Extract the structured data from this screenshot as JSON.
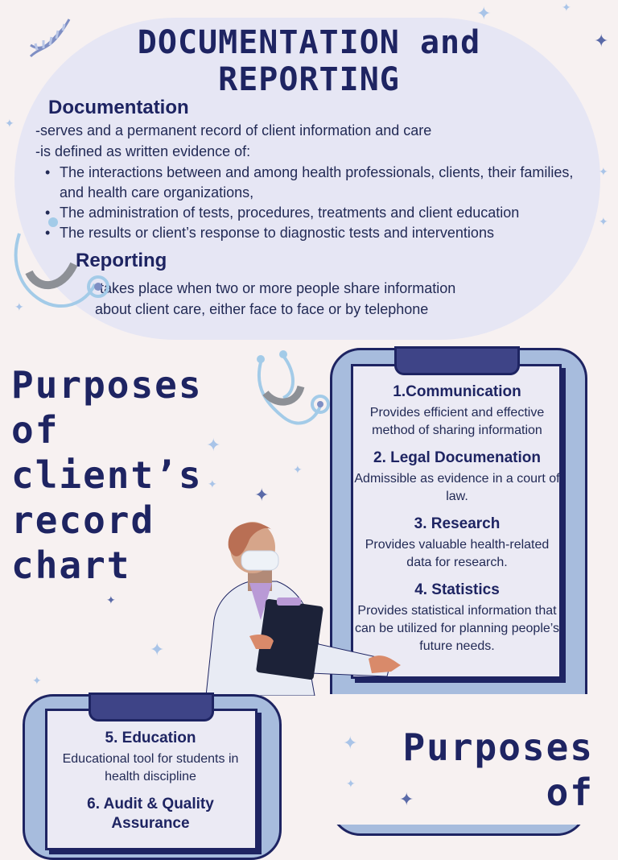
{
  "title": "DOCUMENTATION and\nREPORTING",
  "title_line1": "DOCUMENTATION and",
  "title_line2": "REPORTING",
  "documentation": {
    "heading": "Documentation",
    "line1": "-serves and a permanent record of client information and care",
    "line2": "-is defined as written evidence of:",
    "bullets": [
      "The interactions between and among health professionals, clients, their families, and health care organizations,",
      "The administration of tests, procedures, treatments and client education",
      "The results or client’s response to diagnostic tests and interventions"
    ]
  },
  "reporting": {
    "heading": "Reporting",
    "line1": "-takes place when two or more people share information",
    "line2": "about client care, either face to face or by telephone"
  },
  "purposes_title": [
    "Purposes",
    "of",
    "client’s",
    "record",
    "chart"
  ],
  "purposes_title_2": [
    "Purposes",
    "of"
  ],
  "card1": [
    {
      "head": "1.Communication",
      "body": "Provides efficient and effective method of sharing information"
    },
    {
      "head": "2. Legal Documenation",
      "body": "Admissible as evidence in a court of law."
    },
    {
      "head": "3. Research",
      "body": "Provides valuable health-related data for research."
    },
    {
      "head": "4. Statistics",
      "body": "Provides statistical information that can be utilized for planning people’s future needs."
    }
  ],
  "card2": [
    {
      "head": "5. Education",
      "body": "Educational tool for students in health discipline"
    },
    {
      "head": "6. Audit & Quality",
      "body": ""
    }
  ],
  "card2_partial": "Assurance",
  "colors": {
    "navy": "#1e2462",
    "lavender": "#e6e6f4",
    "clipboard_blue": "#a7bcdd",
    "background": "#f7f1f1"
  },
  "icons": [
    "dna-icon",
    "stethoscope-icon",
    "sparkle-icon",
    "doctor-illustration",
    "clipboard-icon"
  ]
}
